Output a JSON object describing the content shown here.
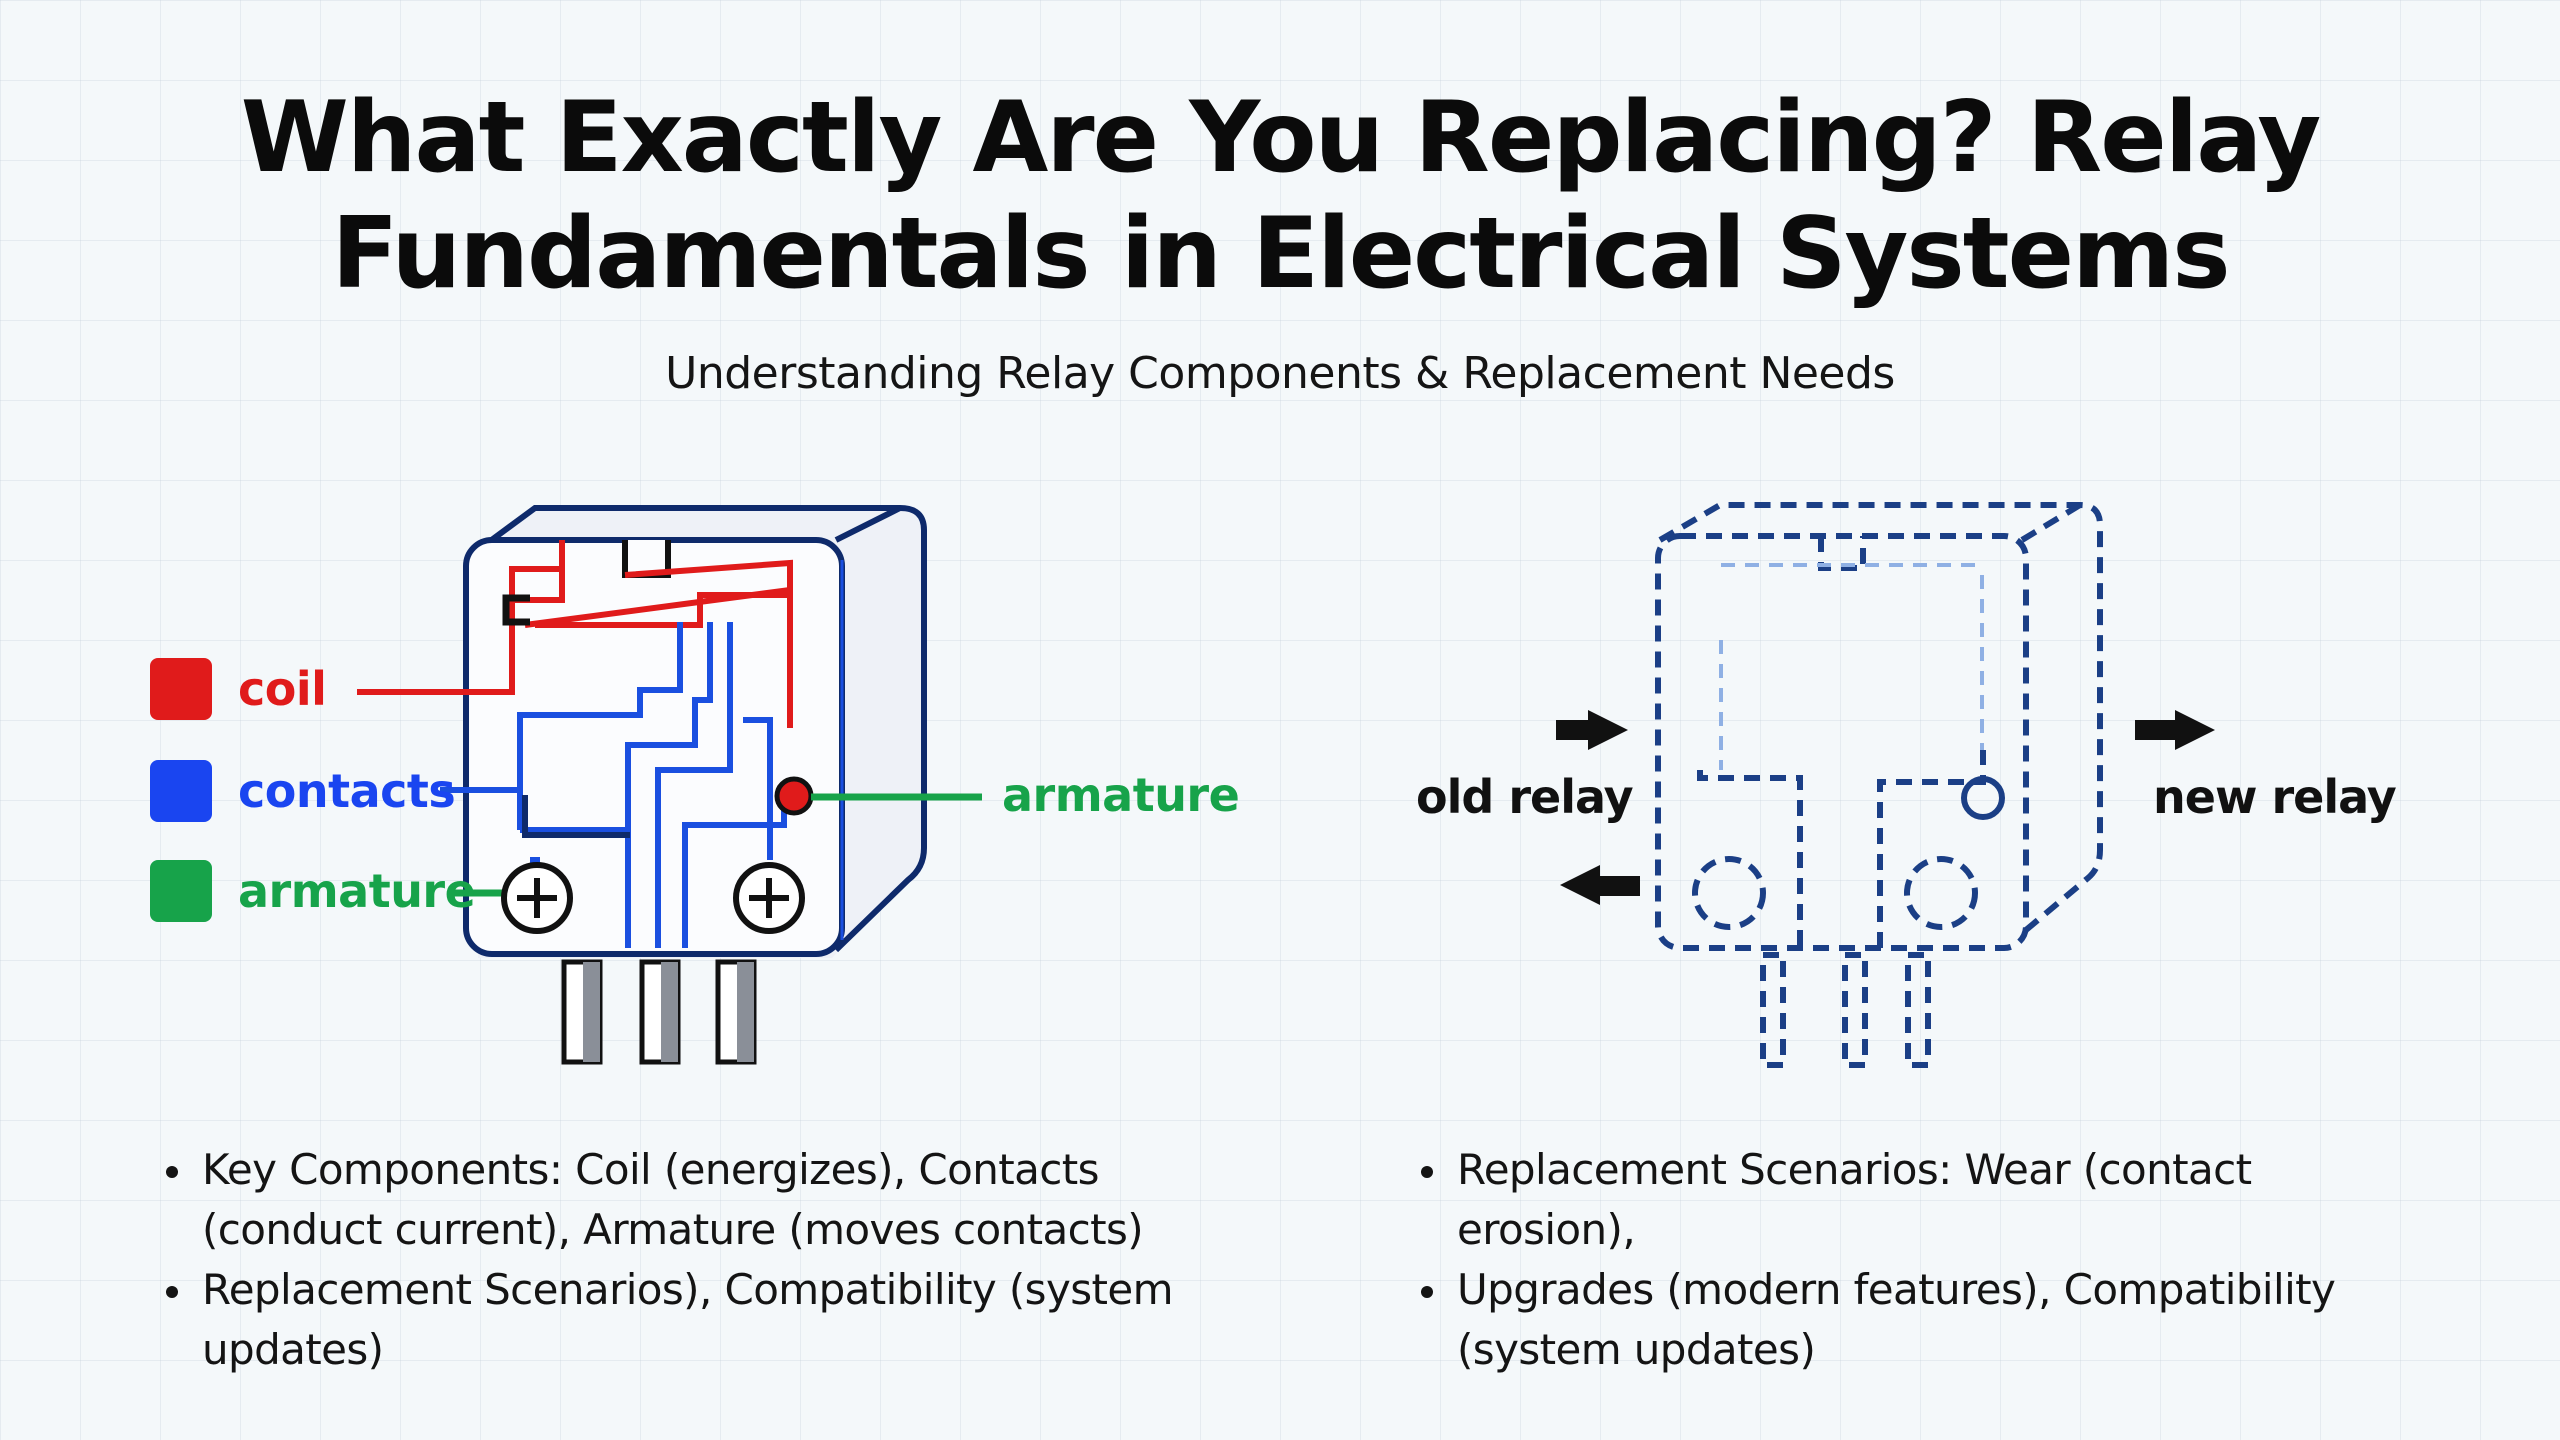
{
  "header": {
    "title_line1": "What Exactly Are You Replacing? Relay",
    "title_line2": "Fundamentals in Electrical Systems",
    "subtitle": "Understanding Relay Components & Replacement Needs"
  },
  "legend": {
    "items": [
      {
        "label": "coil",
        "color": "#e01b1b"
      },
      {
        "label": "contacts",
        "color": "#1a45f0"
      },
      {
        "label": "armature",
        "color": "#17a34a"
      }
    ]
  },
  "left_diagram": {
    "callout_right": "armature",
    "wire_colors": {
      "coil": "#e01b1b",
      "contacts": "#1a4fe0",
      "armature": "#17a34a",
      "outline": "#0e2a6b"
    }
  },
  "right_diagram": {
    "label_in": "old relay",
    "label_out": "new relay",
    "outline_color": "#1b3f86"
  },
  "bullets_left": [
    "Key Components: Coil (energizes), Contacts (conduct current), Armature (moves contacts)",
    "Replacement Scenarios), Compatibility (system updates)"
  ],
  "bullets_right": [
    "Replacement Scenarios: Wear (contact erosion),",
    "Upgrades (modern features), Compatibility (system updates)"
  ]
}
